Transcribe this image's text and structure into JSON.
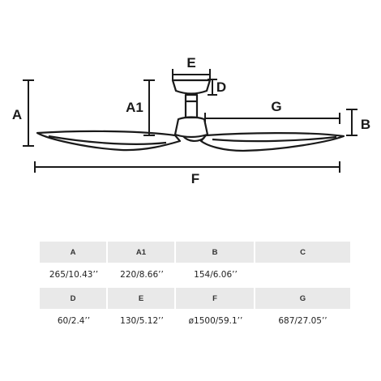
{
  "diagram": {
    "labels": {
      "A": "A",
      "A1": "A1",
      "B": "B",
      "D": "D",
      "E": "E",
      "F": "F",
      "G": "G"
    },
    "colors": {
      "line": "#1a1a1a",
      "header_bg": "#e9e9e9"
    }
  },
  "table": {
    "rows": [
      {
        "headers": [
          "A",
          "A1",
          "B",
          "C"
        ],
        "values": [
          "265/10.43’’",
          "220/8.66’’",
          "154/6.06’’",
          ""
        ]
      },
      {
        "headers": [
          "D",
          "E",
          "F",
          "G"
        ],
        "values": [
          "60/2.4’’",
          "130/5.12’’",
          "ø1500/59.1’’",
          "687/27.05’’"
        ]
      }
    ]
  }
}
